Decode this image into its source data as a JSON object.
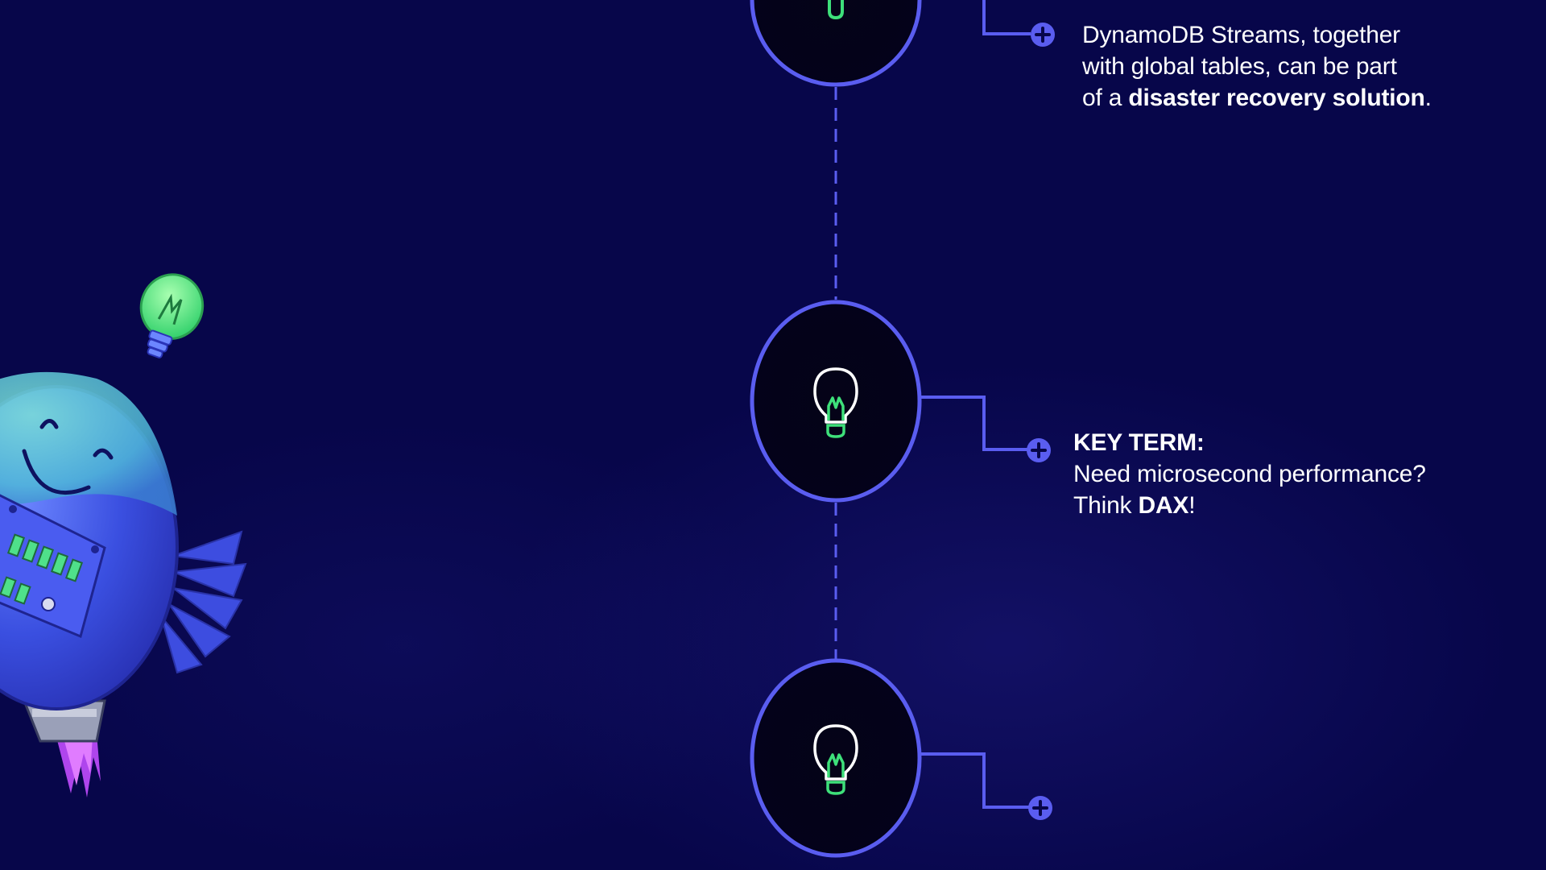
{
  "colors": {
    "background": "#07064a",
    "accent_blue": "#5a5df0",
    "bulb_green": "#3ee07a",
    "text": "#ffffff"
  },
  "timeline": {
    "nodes": [
      {
        "icon": "lightbulb-icon",
        "expand_icon": "plus-circle-icon"
      },
      {
        "icon": "lightbulb-icon",
        "expand_icon": "plus-circle-icon"
      },
      {
        "icon": "lightbulb-icon",
        "expand_icon": "plus-circle-icon"
      }
    ]
  },
  "tip1": {
    "line1": "DynamoDB Streams, together",
    "line2": "with global tables, can be part",
    "line3_prefix": "of a ",
    "line3_bold": "disaster recovery solution",
    "line3_suffix": "."
  },
  "tip2": {
    "heading": "KEY TERM:",
    "line1": "Need microsecond performance?",
    "line2_prefix": "Think ",
    "line2_bold": "DAX",
    "line2_suffix": "!"
  },
  "mascot": {
    "name": "robot-mascot",
    "idea_icon": "lightbulb-icon"
  }
}
